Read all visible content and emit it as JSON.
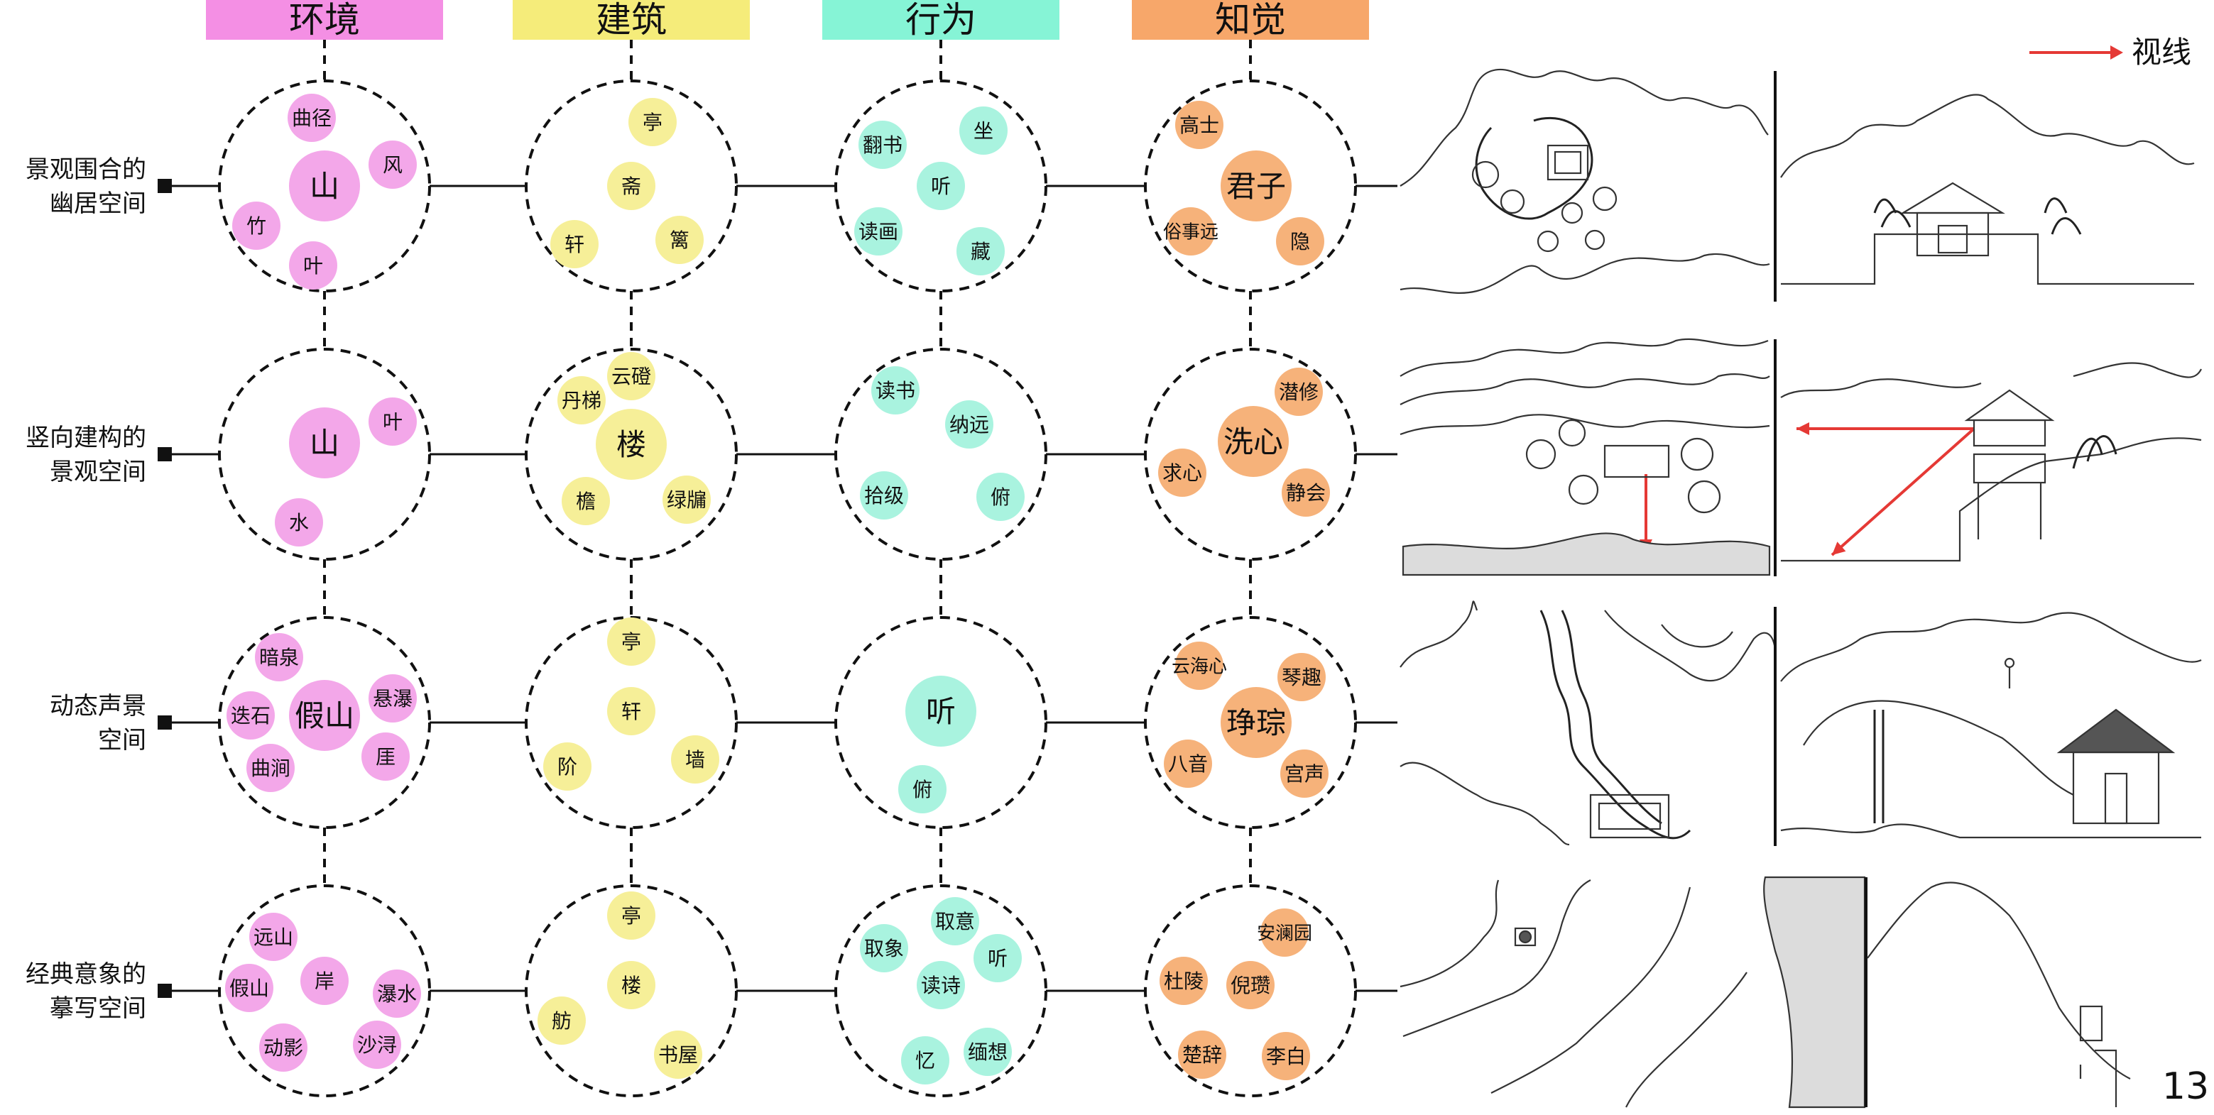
{
  "colors": {
    "环境": "#f48fe4",
    "建筑": "#f5ec7a",
    "行为": "#86f4d6",
    "知觉": "#f7a76a",
    "bubble_环境": "#f3a7e9",
    "bubble_建筑": "#f6ef98",
    "bubble_行为": "#a9f3df",
    "bubble_知觉": "#f6b27a",
    "sight_arrow": "#e53935"
  },
  "headers": [
    "环境",
    "建筑",
    "行为",
    "知觉"
  ],
  "legend": {
    "label": "视线"
  },
  "page_number": "13",
  "rows": [
    {
      "label_lines": [
        "景观围合的",
        "幽居空间"
      ],
      "groups": [
        [
          {
            "t": "曲径",
            "s": "small"
          },
          {
            "t": "风",
            "s": "small"
          },
          {
            "t": "山",
            "s": "large"
          },
          {
            "t": "竹",
            "s": "small"
          },
          {
            "t": "叶",
            "s": "small"
          }
        ],
        [
          {
            "t": "亭",
            "s": "small"
          },
          {
            "t": "斋",
            "s": "small"
          },
          {
            "t": "轩",
            "s": "small"
          },
          {
            "t": "篱",
            "s": "small"
          }
        ],
        [
          {
            "t": "翻书",
            "s": "small"
          },
          {
            "t": "坐",
            "s": "small"
          },
          {
            "t": "听",
            "s": "small"
          },
          {
            "t": "读画",
            "s": "small"
          },
          {
            "t": "藏",
            "s": "small"
          }
        ],
        [
          {
            "t": "高士",
            "s": "small"
          },
          {
            "t": "君子",
            "s": "large"
          },
          {
            "t": "俗事远",
            "s": "small"
          },
          {
            "t": "隐",
            "s": "small"
          }
        ]
      ]
    },
    {
      "label_lines": [
        "竖向建构的",
        "景观空间"
      ],
      "groups": [
        [
          {
            "t": "叶",
            "s": "small"
          },
          {
            "t": "山",
            "s": "large"
          },
          {
            "t": "水",
            "s": "small"
          }
        ],
        [
          {
            "t": "云磴",
            "s": "small"
          },
          {
            "t": "丹梯",
            "s": "small"
          },
          {
            "t": "楼",
            "s": "large"
          },
          {
            "t": "檐",
            "s": "small"
          },
          {
            "t": "绿牖",
            "s": "small"
          }
        ],
        [
          {
            "t": "读书",
            "s": "small"
          },
          {
            "t": "纳远",
            "s": "small"
          },
          {
            "t": "拾级",
            "s": "small"
          },
          {
            "t": "俯",
            "s": "small"
          }
        ],
        [
          {
            "t": "潜修",
            "s": "small"
          },
          {
            "t": "洗心",
            "s": "large"
          },
          {
            "t": "求心",
            "s": "small"
          },
          {
            "t": "静会",
            "s": "small"
          }
        ]
      ]
    },
    {
      "label_lines": [
        "动态声景",
        "空间"
      ],
      "groups": [
        [
          {
            "t": "暗泉",
            "s": "small"
          },
          {
            "t": "迭石",
            "s": "small"
          },
          {
            "t": "假山",
            "s": "large"
          },
          {
            "t": "悬瀑",
            "s": "small"
          },
          {
            "t": "曲涧",
            "s": "small"
          },
          {
            "t": "厓",
            "s": "small"
          }
        ],
        [
          {
            "t": "亭",
            "s": "small"
          },
          {
            "t": "轩",
            "s": "small"
          },
          {
            "t": "阶",
            "s": "small"
          },
          {
            "t": "墙",
            "s": "small"
          }
        ],
        [
          {
            "t": "听",
            "s": "large"
          },
          {
            "t": "俯",
            "s": "small"
          }
        ],
        [
          {
            "t": "云海心",
            "s": "small"
          },
          {
            "t": "琴趣",
            "s": "small"
          },
          {
            "t": "琤琮",
            "s": "large"
          },
          {
            "t": "八音",
            "s": "small"
          },
          {
            "t": "宫声",
            "s": "small"
          }
        ]
      ]
    },
    {
      "label_lines": [
        "经典意象的",
        "摹写空间"
      ],
      "groups": [
        [
          {
            "t": "远山",
            "s": "small"
          },
          {
            "t": "假山",
            "s": "small"
          },
          {
            "t": "岸",
            "s": "small"
          },
          {
            "t": "瀑水",
            "s": "small"
          },
          {
            "t": "动影",
            "s": "small"
          },
          {
            "t": "沙浔",
            "s": "small"
          }
        ],
        [
          {
            "t": "亭",
            "s": "small"
          },
          {
            "t": "楼",
            "s": "small"
          },
          {
            "t": "舫",
            "s": "small"
          },
          {
            "t": "书屋",
            "s": "small"
          }
        ],
        [
          {
            "t": "取意",
            "s": "small"
          },
          {
            "t": "取象",
            "s": "small"
          },
          {
            "t": "听",
            "s": "small"
          },
          {
            "t": "读诗",
            "s": "small"
          },
          {
            "t": "忆",
            "s": "small"
          },
          {
            "t": "缅想",
            "s": "small"
          }
        ],
        [
          {
            "t": "安澜园",
            "s": "small"
          },
          {
            "t": "杜陵",
            "s": "small"
          },
          {
            "t": "倪瓒",
            "s": "small"
          },
          {
            "t": "楚辞",
            "s": "small"
          },
          {
            "t": "李白",
            "s": "small"
          }
        ]
      ]
    }
  ]
}
